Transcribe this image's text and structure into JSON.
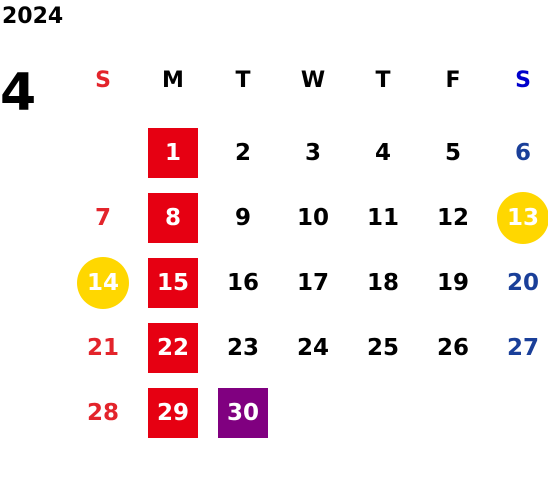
{
  "calendar": {
    "year": "2024",
    "month": "4",
    "colors": {
      "sunday": "#e3242b",
      "saturday": "#1a3f99",
      "weekday": "#000000",
      "holiday_bg": "#e60012",
      "highlight_circle": "#ffd700",
      "special_bg": "#800080",
      "text_on_fill": "#ffffff"
    },
    "weekdays": [
      {
        "label": "S",
        "color": "#e3242b"
      },
      {
        "label": "M",
        "color": "#000000"
      },
      {
        "label": "T",
        "color": "#000000"
      },
      {
        "label": "W",
        "color": "#000000"
      },
      {
        "label": "T",
        "color": "#000000"
      },
      {
        "label": "F",
        "color": "#000000"
      },
      {
        "label": "S",
        "color": "#0000cc"
      }
    ],
    "days": [
      {
        "day": "1",
        "week": 0,
        "dow": 1,
        "style": "square",
        "bg": "#e60012"
      },
      {
        "day": "2",
        "week": 0,
        "dow": 2
      },
      {
        "day": "3",
        "week": 0,
        "dow": 3
      },
      {
        "day": "4",
        "week": 0,
        "dow": 4
      },
      {
        "day": "5",
        "week": 0,
        "dow": 5
      },
      {
        "day": "6",
        "week": 0,
        "dow": 6
      },
      {
        "day": "7",
        "week": 1,
        "dow": 0
      },
      {
        "day": "8",
        "week": 1,
        "dow": 1,
        "style": "square",
        "bg": "#e60012"
      },
      {
        "day": "9",
        "week": 1,
        "dow": 2
      },
      {
        "day": "10",
        "week": 1,
        "dow": 3
      },
      {
        "day": "11",
        "week": 1,
        "dow": 4
      },
      {
        "day": "12",
        "week": 1,
        "dow": 5
      },
      {
        "day": "13",
        "week": 1,
        "dow": 6,
        "style": "circle",
        "bg": "#ffd700"
      },
      {
        "day": "14",
        "week": 2,
        "dow": 0,
        "style": "circle",
        "bg": "#ffd700"
      },
      {
        "day": "15",
        "week": 2,
        "dow": 1,
        "style": "square",
        "bg": "#e60012"
      },
      {
        "day": "16",
        "week": 2,
        "dow": 2
      },
      {
        "day": "17",
        "week": 2,
        "dow": 3
      },
      {
        "day": "18",
        "week": 2,
        "dow": 4
      },
      {
        "day": "19",
        "week": 2,
        "dow": 5
      },
      {
        "day": "20",
        "week": 2,
        "dow": 6
      },
      {
        "day": "21",
        "week": 3,
        "dow": 0
      },
      {
        "day": "22",
        "week": 3,
        "dow": 1,
        "style": "square",
        "bg": "#e60012"
      },
      {
        "day": "23",
        "week": 3,
        "dow": 2
      },
      {
        "day": "24",
        "week": 3,
        "dow": 3
      },
      {
        "day": "25",
        "week": 3,
        "dow": 4
      },
      {
        "day": "26",
        "week": 3,
        "dow": 5
      },
      {
        "day": "27",
        "week": 3,
        "dow": 6
      },
      {
        "day": "28",
        "week": 4,
        "dow": 0
      },
      {
        "day": "29",
        "week": 4,
        "dow": 1,
        "style": "square",
        "bg": "#e60012"
      },
      {
        "day": "30",
        "week": 4,
        "dow": 2,
        "style": "square",
        "bg": "#800080"
      }
    ]
  }
}
